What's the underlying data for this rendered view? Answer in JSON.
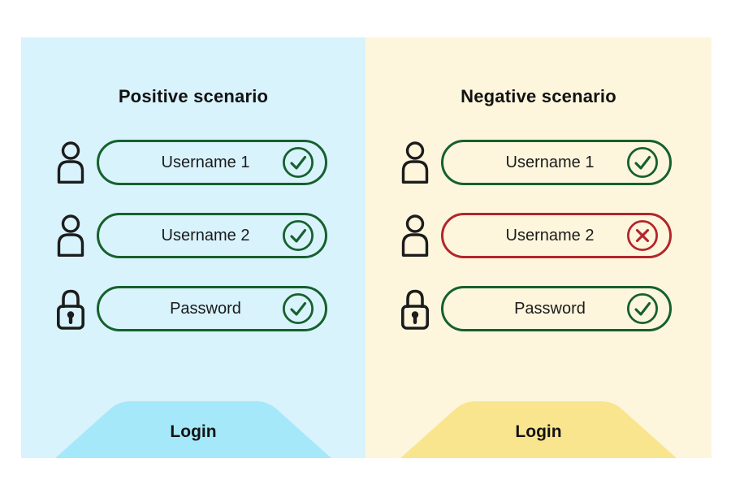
{
  "panels": [
    {
      "title": "Positive scenario",
      "bg_color": "#d8f3fc",
      "button_color": "#a5e8fa",
      "login_label": "Login",
      "fields": [
        {
          "icon": "user-icon",
          "label": "Username 1",
          "status": "valid"
        },
        {
          "icon": "user-icon",
          "label": "Username 2",
          "status": "valid"
        },
        {
          "icon": "lock-icon",
          "label": "Password",
          "status": "valid"
        }
      ]
    },
    {
      "title": "Negative scenario",
      "bg_color": "#fdf6dd",
      "button_color": "#fae58f",
      "login_label": "Login",
      "fields": [
        {
          "icon": "user-icon",
          "label": "Username 1",
          "status": "valid"
        },
        {
          "icon": "user-icon",
          "label": "Username 2",
          "status": "invalid"
        },
        {
          "icon": "lock-icon",
          "label": "Password",
          "status": "valid"
        }
      ]
    }
  ],
  "status_colors": {
    "valid": "#16602e",
    "invalid": "#b2262c"
  },
  "status_icons": {
    "valid": "check-icon",
    "invalid": "x-icon"
  }
}
